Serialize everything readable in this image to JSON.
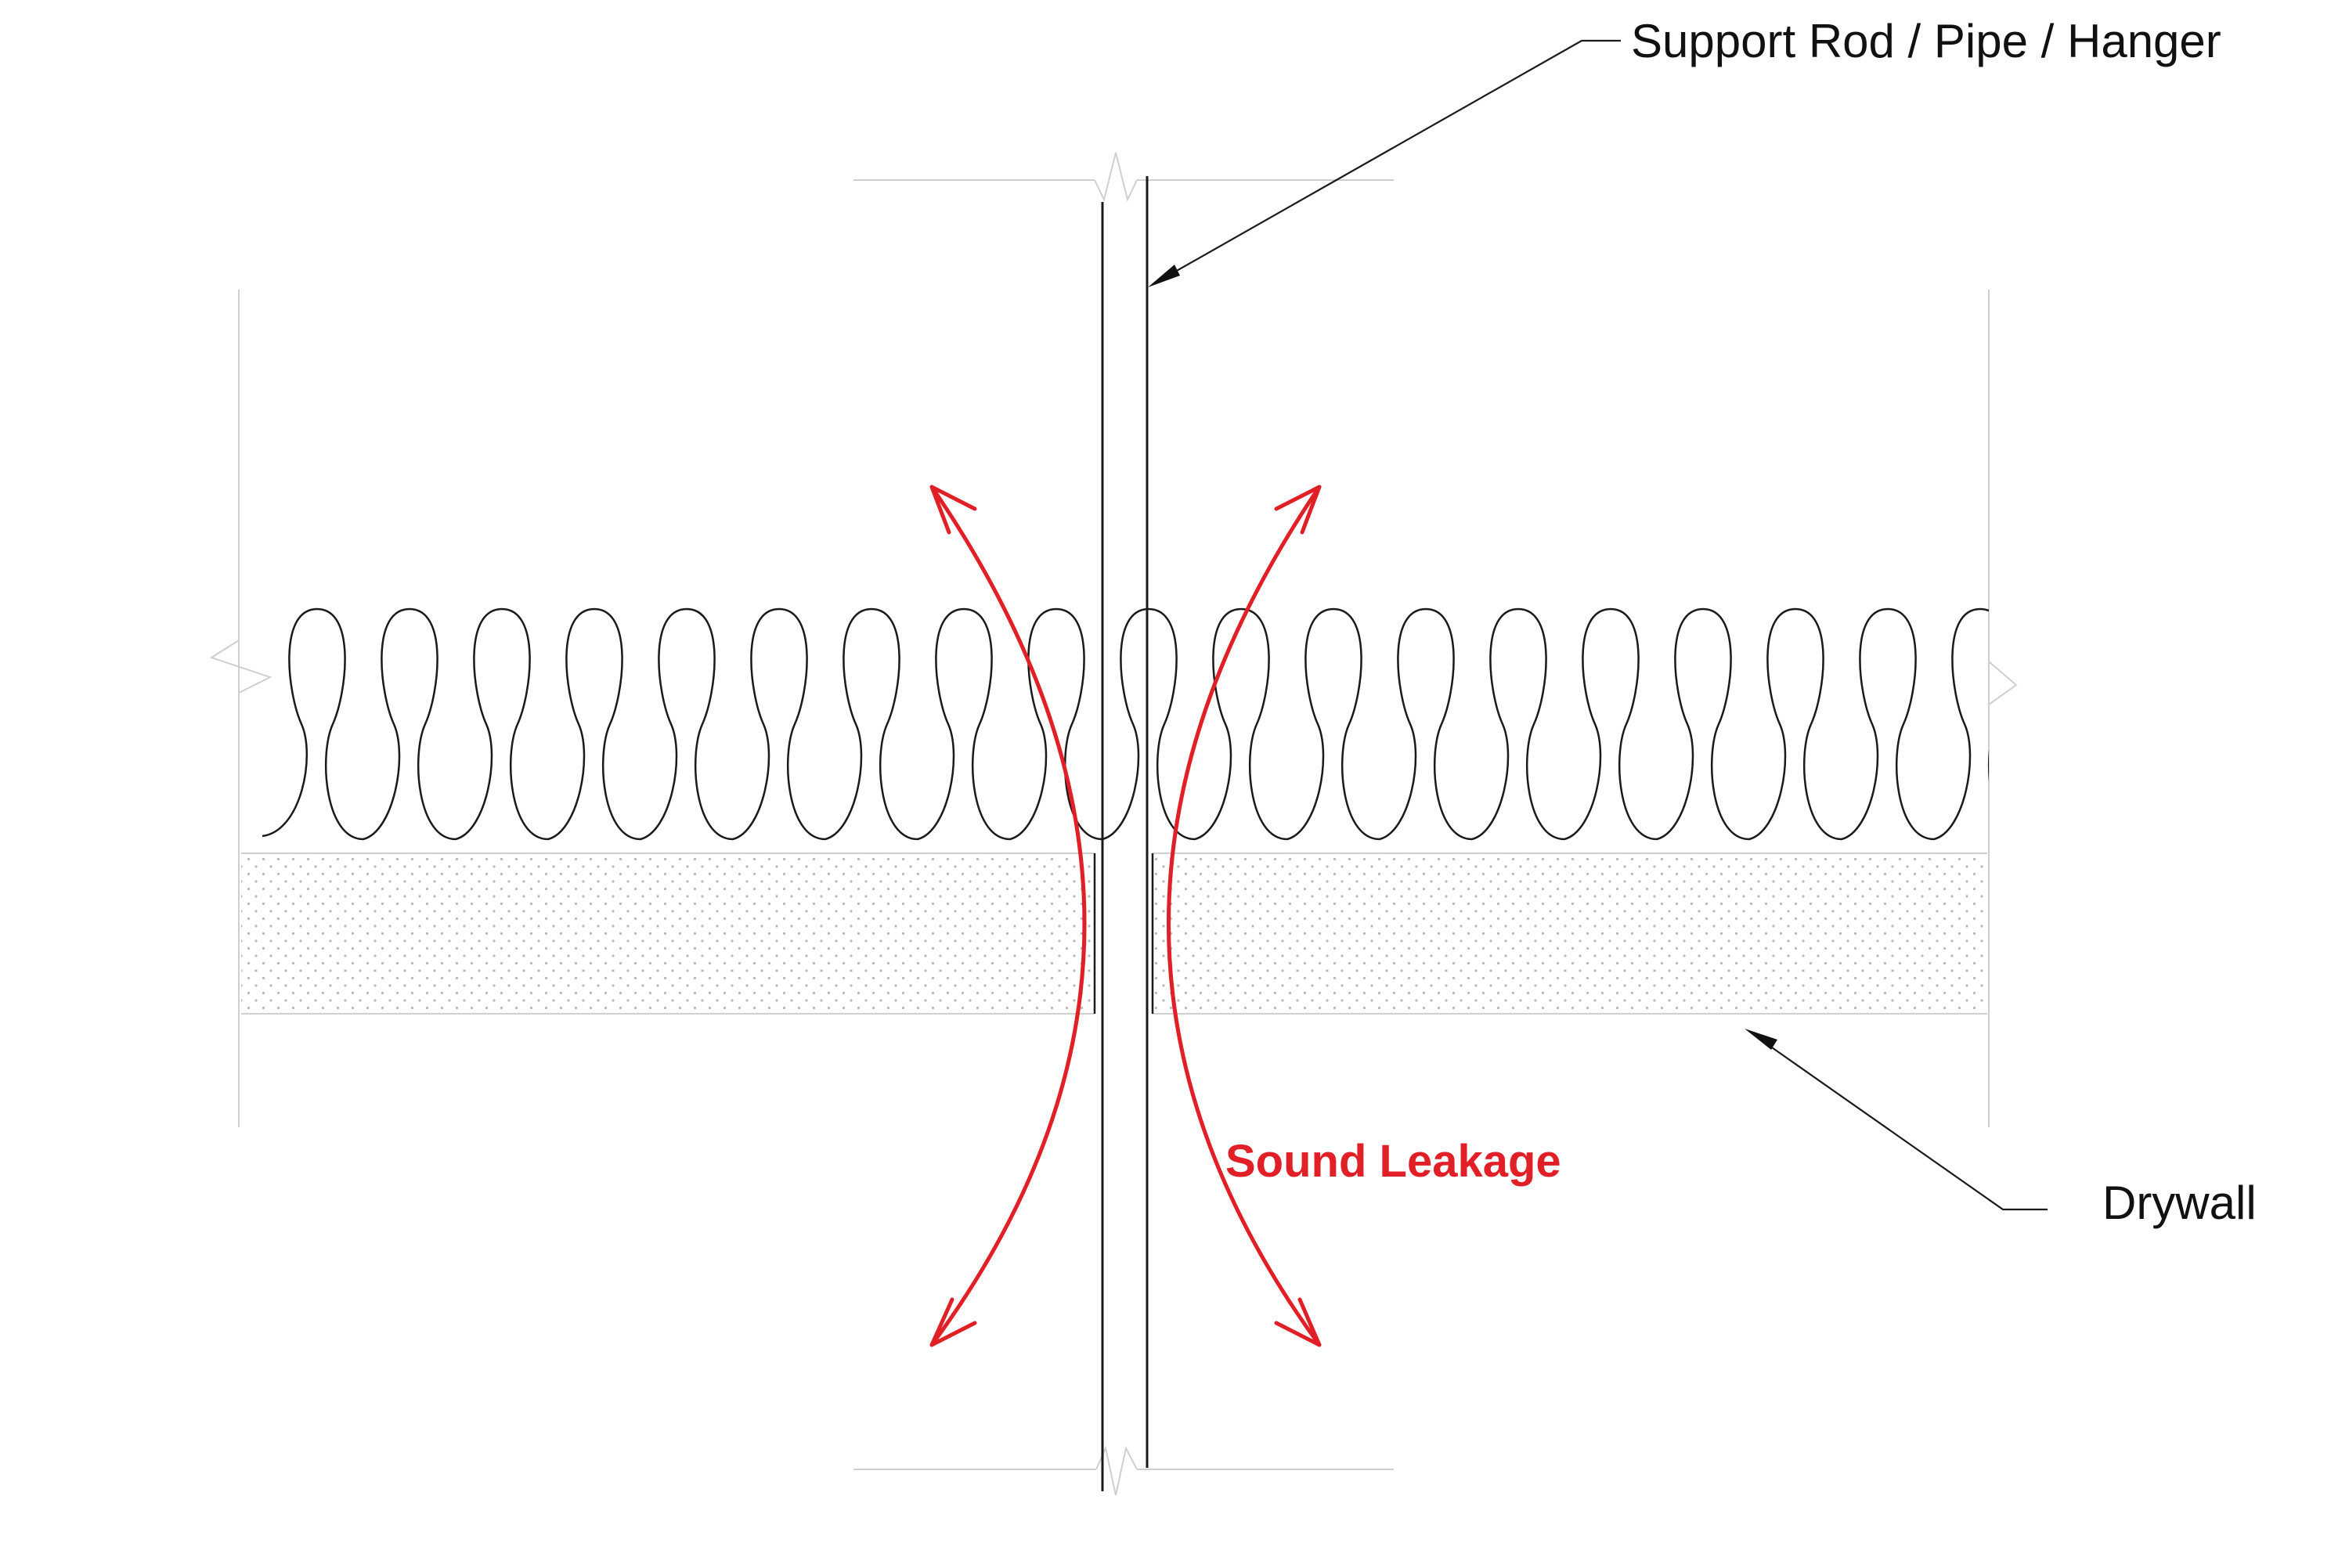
{
  "labels": {
    "support_rod": "Support Rod / Pipe / Hanger",
    "drywall": "Drywall",
    "sound_leakage": "Sound Leakage"
  },
  "colors": {
    "accent": "#e11f26",
    "line": "#1a1a1a",
    "faint_line": "#cfcfcf",
    "drywall_dot": "#b8b8b8"
  },
  "icons": [
    "insulation-loops",
    "arrow-head"
  ]
}
